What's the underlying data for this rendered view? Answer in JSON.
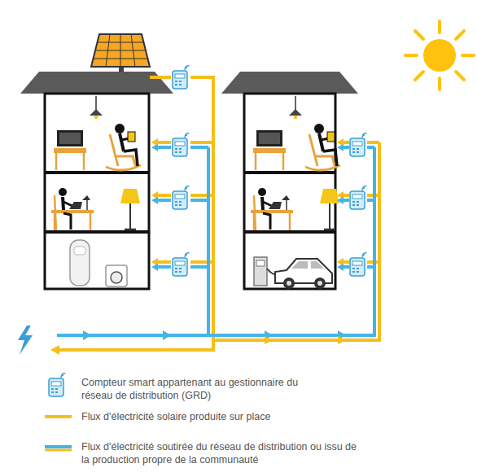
{
  "diagram": {
    "legend": [
      {
        "text": "Compteur smart appartenant au gestionnaire du réseau de distribution (GRD)"
      },
      {
        "text": "Flux d'électricité solaire produite sur place"
      },
      {
        "text": "Flux d'électricité soutirée du réseau de distribution ou issu de la production propre de la communauté"
      }
    ]
  }
}
